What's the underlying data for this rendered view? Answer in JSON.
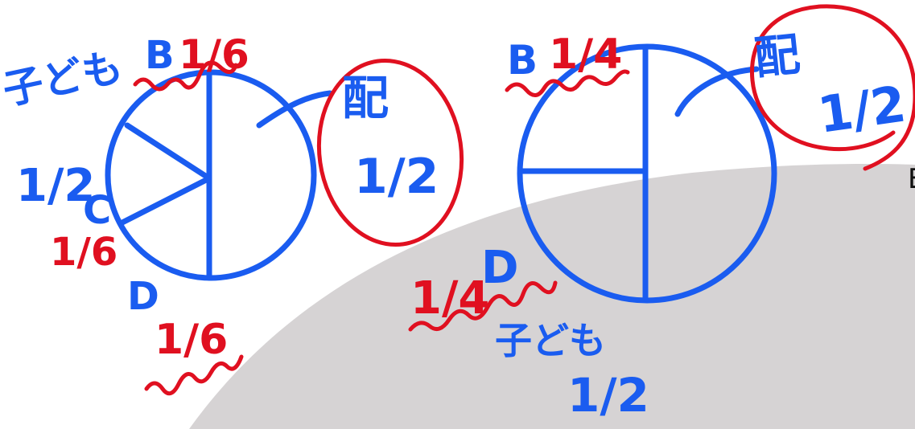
{
  "left": {
    "children_label": "子ども",
    "children_share": "1/2",
    "b_label": "B",
    "b_share": "1/6",
    "c_label": "C",
    "c_share": "1/6",
    "d_label": "D",
    "d_share": "1/6",
    "spouse_label": "配",
    "spouse_share": "1/2"
  },
  "right": {
    "b_label": "B",
    "b_share": "1/4",
    "d_label": "D",
    "d_share": "1/4",
    "children_label": "子ども",
    "children_share": "1/2",
    "spouse_label": "配",
    "spouse_share": "1/2"
  },
  "colors": {
    "ink_blue": "#1a5cf0",
    "ink_red": "#e01020",
    "shape_gray": "#d6d3d4"
  },
  "edge_char": "E"
}
